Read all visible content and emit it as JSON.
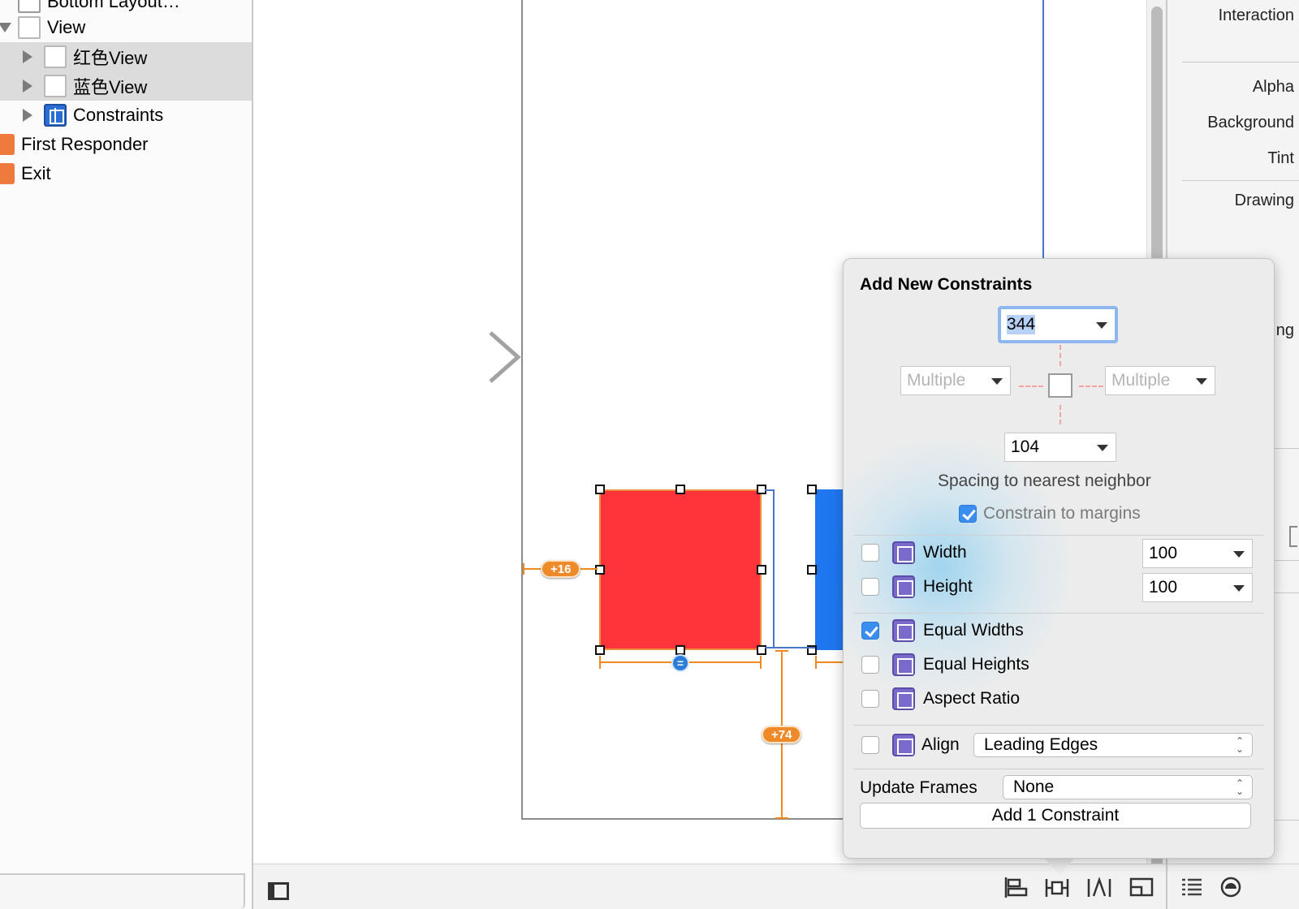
{
  "outline": {
    "items": [
      {
        "label": "Bottom Layout…"
      },
      {
        "label": "View"
      },
      {
        "label": "红色View"
      },
      {
        "label": "蓝色View"
      },
      {
        "label": "Constraints"
      },
      {
        "label": "First Responder"
      },
      {
        "label": "Exit"
      }
    ]
  },
  "canvas": {
    "badge_left": "+16",
    "badge_bottom": "+74",
    "equal_badge": "=",
    "colors": {
      "red_view": "#ff343a",
      "blue_view": "#1f77f0",
      "constraint": "#f08a1e"
    }
  },
  "inspector": {
    "labels": [
      "Interaction",
      "Alpha",
      "Background",
      "Tint",
      "Drawing",
      "ng"
    ]
  },
  "popover": {
    "title": "Add New Constraints",
    "top_value": "344",
    "left_value": "Multiple",
    "right_value": "Multiple",
    "bottom_value": "104",
    "spacing_caption": "Spacing to nearest neighbor",
    "constrain_margins": {
      "label": "Constrain to margins",
      "checked": true
    },
    "width": {
      "label": "Width",
      "value": "100",
      "checked": false
    },
    "height": {
      "label": "Height",
      "value": "100",
      "checked": false
    },
    "equal_widths": {
      "label": "Equal Widths",
      "checked": true
    },
    "equal_heights": {
      "label": "Equal Heights",
      "checked": false
    },
    "aspect_ratio": {
      "label": "Aspect Ratio",
      "checked": false
    },
    "align": {
      "label": "Align",
      "value": "Leading Edges",
      "checked": false
    },
    "update_frames": {
      "label": "Update Frames",
      "value": "None"
    },
    "add_button": "Add 1 Constraint"
  }
}
